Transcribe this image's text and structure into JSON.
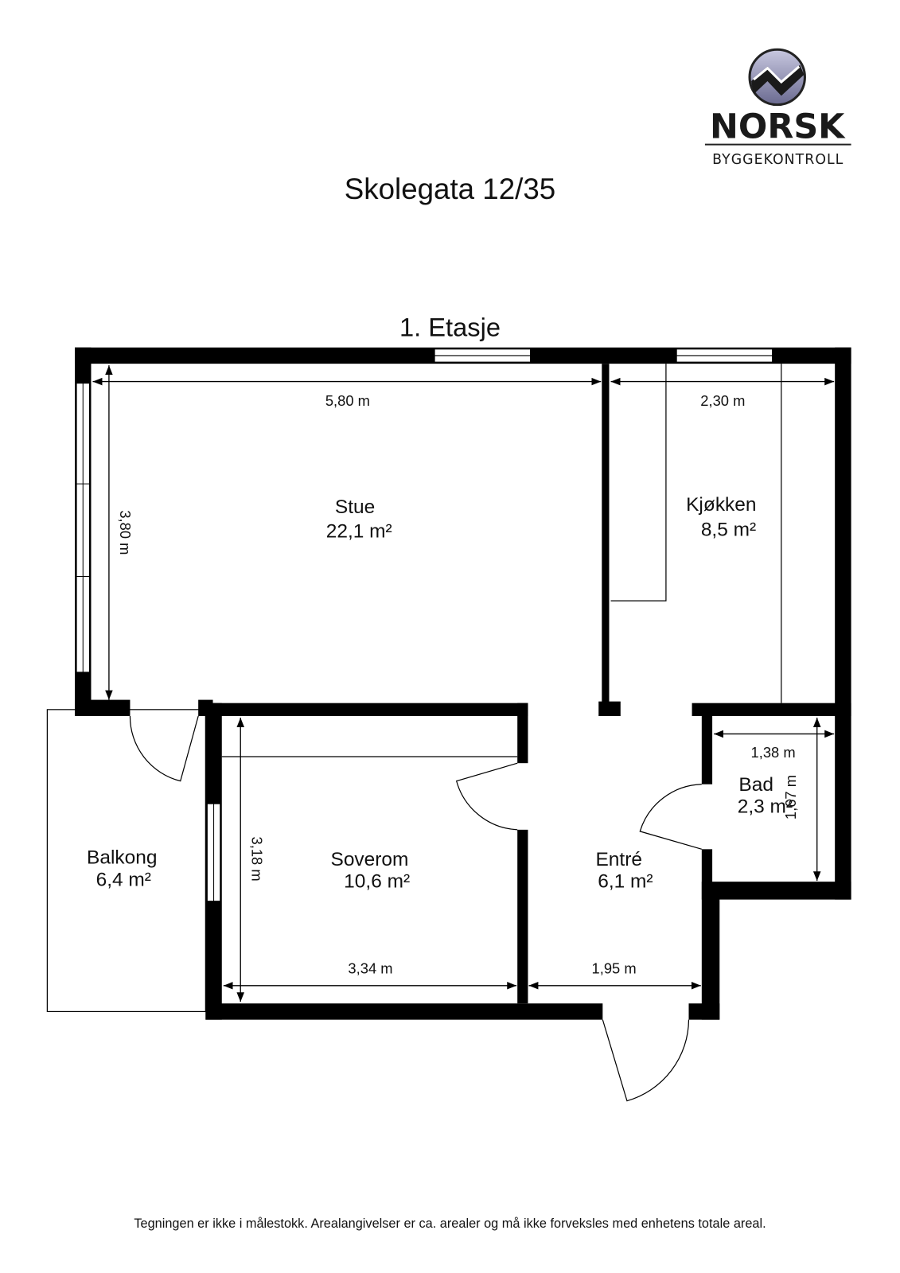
{
  "logo": {
    "brand": "NORSK",
    "sub": "BYGGEKONTROLL"
  },
  "title": "Skolegata 12/35",
  "floor": "1. Etasje",
  "rooms": [
    {
      "name": "Stue",
      "area": "22,1 m²"
    },
    {
      "name": "Kjøkken",
      "area": "8,5 m²"
    },
    {
      "name": "Bad",
      "area": "2,3 m²"
    },
    {
      "name": "Balkong",
      "area": "6,4 m²"
    },
    {
      "name": "Soverom",
      "area": "10,6 m²"
    },
    {
      "name": "Entré",
      "area": "6,1 m²"
    }
  ],
  "dimensions": {
    "stue_width": "5,80 m",
    "stue_depth": "3,80 m",
    "kjokken_width": "2,30 m",
    "bad_width": "1,38 m",
    "bad_depth": "1,67 m",
    "soverom_width": "3,34 m",
    "soverom_depth": "3,18 m",
    "entre_width": "1,95 m"
  },
  "footer": "Tegningen er ikke i målestokk. Arealangivelser er ca. arealer og må ikke forveksles med enhetens totale areal."
}
